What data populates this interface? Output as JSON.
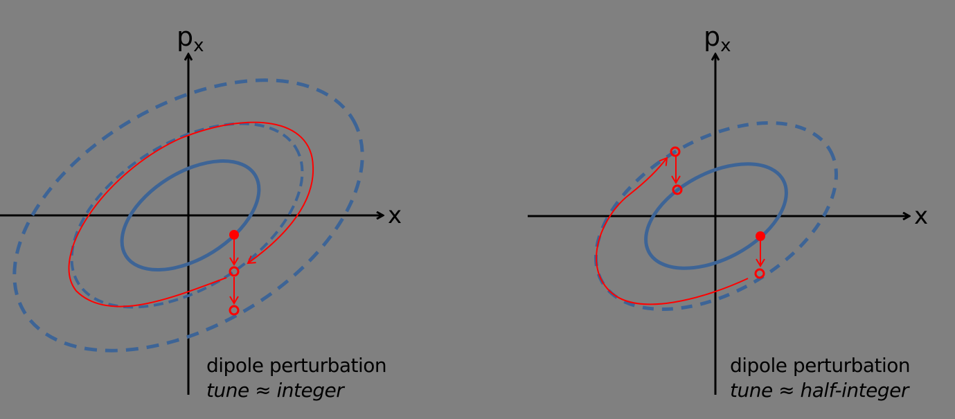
{
  "colors": {
    "background": "#808080",
    "axis": "#000000",
    "ellipse": "#3d6496",
    "trajectory": "#ff0000"
  },
  "panels": [
    {
      "id": "left",
      "y_axis_label": "p",
      "y_axis_subscript": "x",
      "x_axis_label": "x",
      "caption_line1": "dipole perturbation",
      "caption_line2": "tune ≈ integer",
      "points": [
        "filled start point",
        "open point after 1st kick",
        "open point after 2nd kick"
      ]
    },
    {
      "id": "right",
      "y_axis_label": "p",
      "y_axis_subscript": "x",
      "x_axis_label": "x",
      "caption_line1": "dipole perturbation",
      "caption_line2": "tune ≈ half-integer",
      "points": [
        "filled start point",
        "open point after 1st kick",
        "open point after half turn",
        "open point after 2nd kick"
      ]
    }
  ]
}
